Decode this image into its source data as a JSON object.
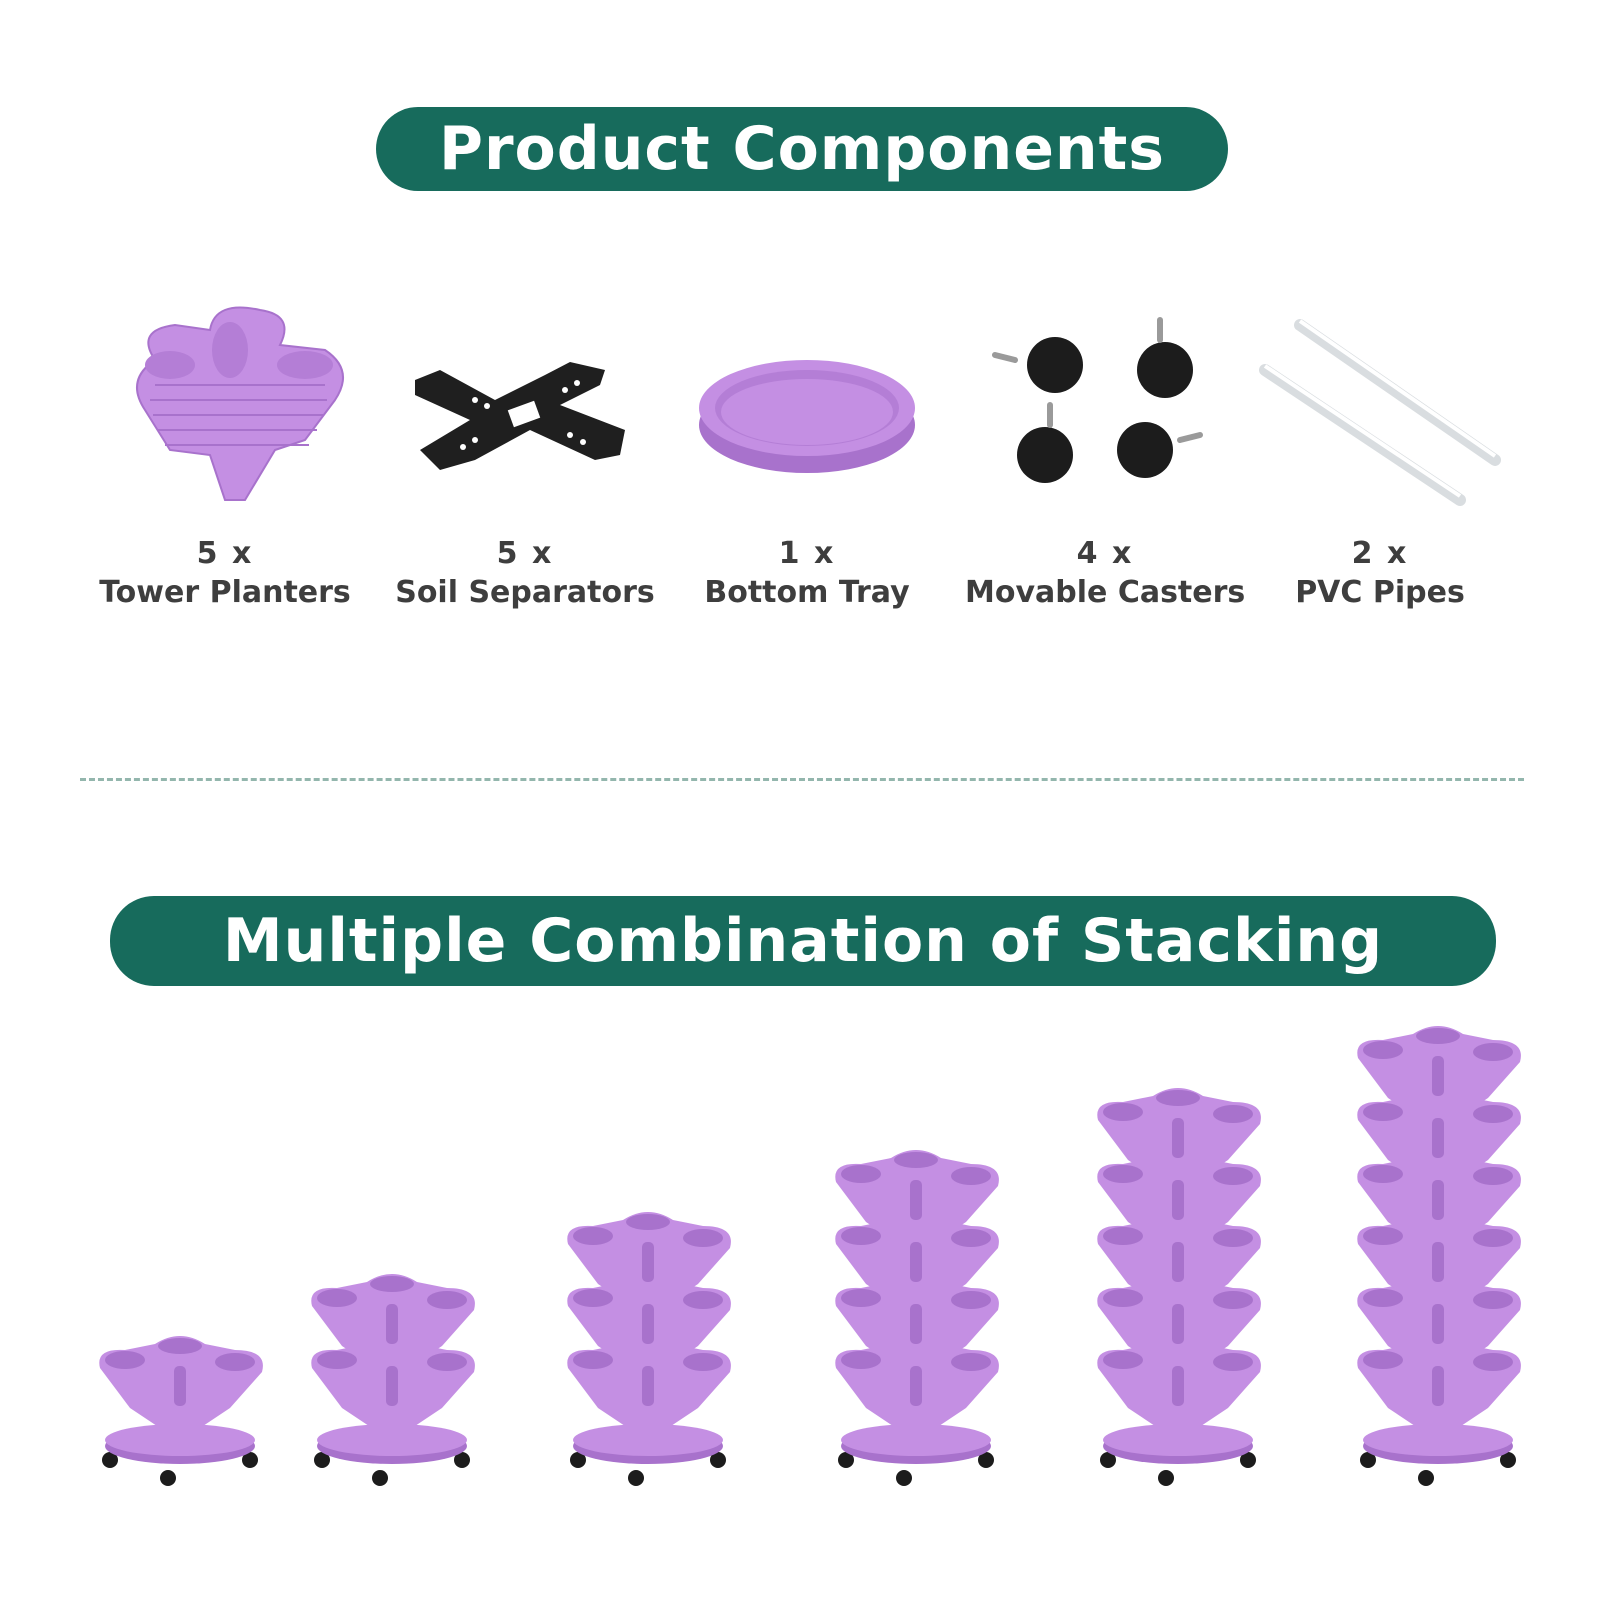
{
  "header": {
    "title": "Product Components"
  },
  "components": [
    {
      "qty": "5 x",
      "name": "Tower Planters",
      "icon": "tower-planter-icon"
    },
    {
      "qty": "5 x",
      "name": "Soil Separators",
      "icon": "soil-separator-icon"
    },
    {
      "qty": "1 x",
      "name": "Bottom Tray",
      "icon": "bottom-tray-icon"
    },
    {
      "qty": "4 x",
      "name": "Movable Casters",
      "icon": "caster-wheels-icon"
    },
    {
      "qty": "2 x",
      "name": "PVC Pipes",
      "icon": "pvc-pipes-icon"
    }
  ],
  "stacking": {
    "title": "Multiple Combination of Stacking",
    "tiers": [
      1,
      2,
      3,
      4,
      5,
      6
    ]
  },
  "colors": {
    "brand_green": "#176b5c",
    "planter_purple": "#c48fe3",
    "planter_shadow": "#a872cc",
    "caster_black": "#1c1c1c",
    "text_gray": "#3e3e3e",
    "divider": "#93b6ad"
  }
}
